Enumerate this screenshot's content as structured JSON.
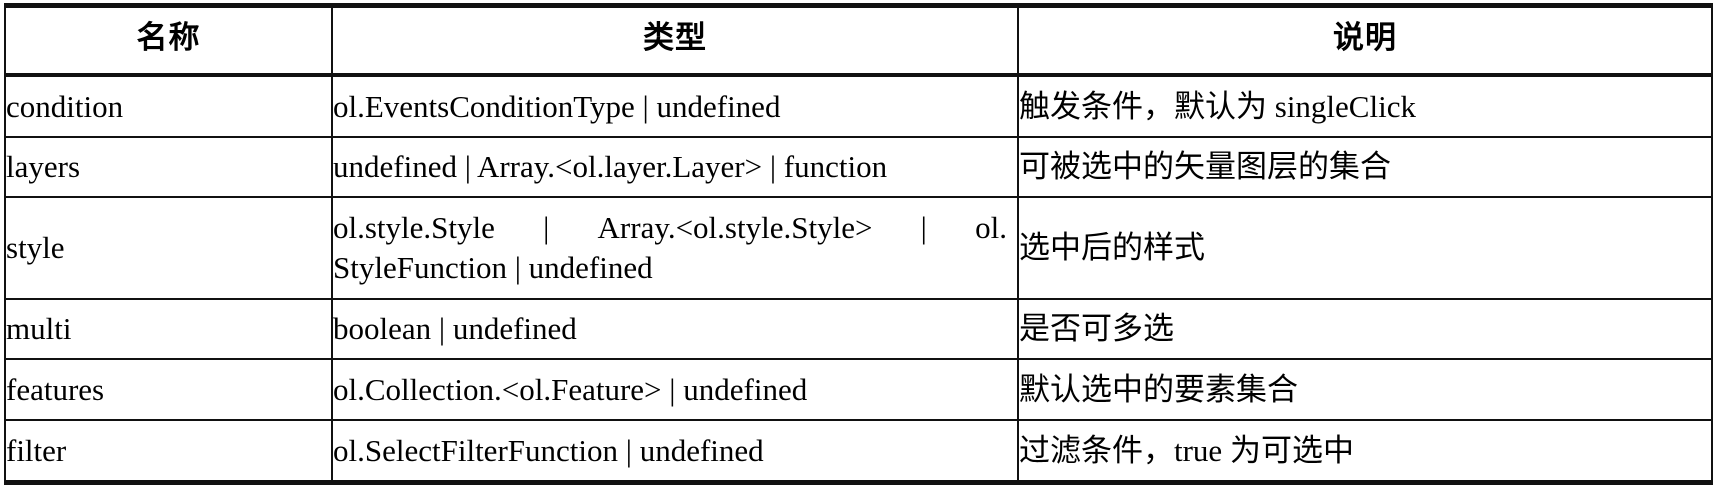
{
  "table": {
    "caption_visible": false,
    "columns": [
      {
        "key": "name",
        "label": "名称"
      },
      {
        "key": "type",
        "label": "类型"
      },
      {
        "key": "desc",
        "label": "说明"
      }
    ],
    "rows": [
      {
        "name": "condition",
        "type": "ol.EventsConditionType | undefined",
        "type_lines": [
          "ol.EventsConditionType | undefined"
        ],
        "desc": "触发条件，默认为 singleClick"
      },
      {
        "name": "layers",
        "type": "undefined | Array.<ol.layer.Layer> | function",
        "type_lines": [
          "undefined | Array.<ol.layer.Layer> | function"
        ],
        "desc": "可被选中的矢量图层的集合"
      },
      {
        "name": "style",
        "type": "ol.style.Style | Array.<ol.style.Style> | ol.StyleFunction | undefined",
        "type_lines": [
          "ol.style.Style | Array.<ol.style.Style> | ol.",
          "StyleFunction | undefined"
        ],
        "type_line1_segments": [
          "ol.style.Style",
          "|",
          "Array.<ol.style.Style>",
          "|",
          "ol."
        ],
        "desc": "选中后的样式"
      },
      {
        "name": "multi",
        "type": "boolean | undefined",
        "type_lines": [
          "boolean | undefined"
        ],
        "desc": "是否可多选"
      },
      {
        "name": "features",
        "type": "ol.Collection.<ol.Feature> | undefined",
        "type_lines": [
          "ol.Collection.<ol.Feature> | undefined"
        ],
        "desc": "默认选中的要素集合"
      },
      {
        "name": "filter",
        "type": "ol.SelectFilterFunction | undefined",
        "type_lines": [
          "ol.SelectFilterFunction | undefined"
        ],
        "desc": "过滤条件，true 为可选中"
      }
    ]
  },
  "colors": {
    "border": "#111111",
    "background": "#ffffff",
    "text": "#000000"
  }
}
